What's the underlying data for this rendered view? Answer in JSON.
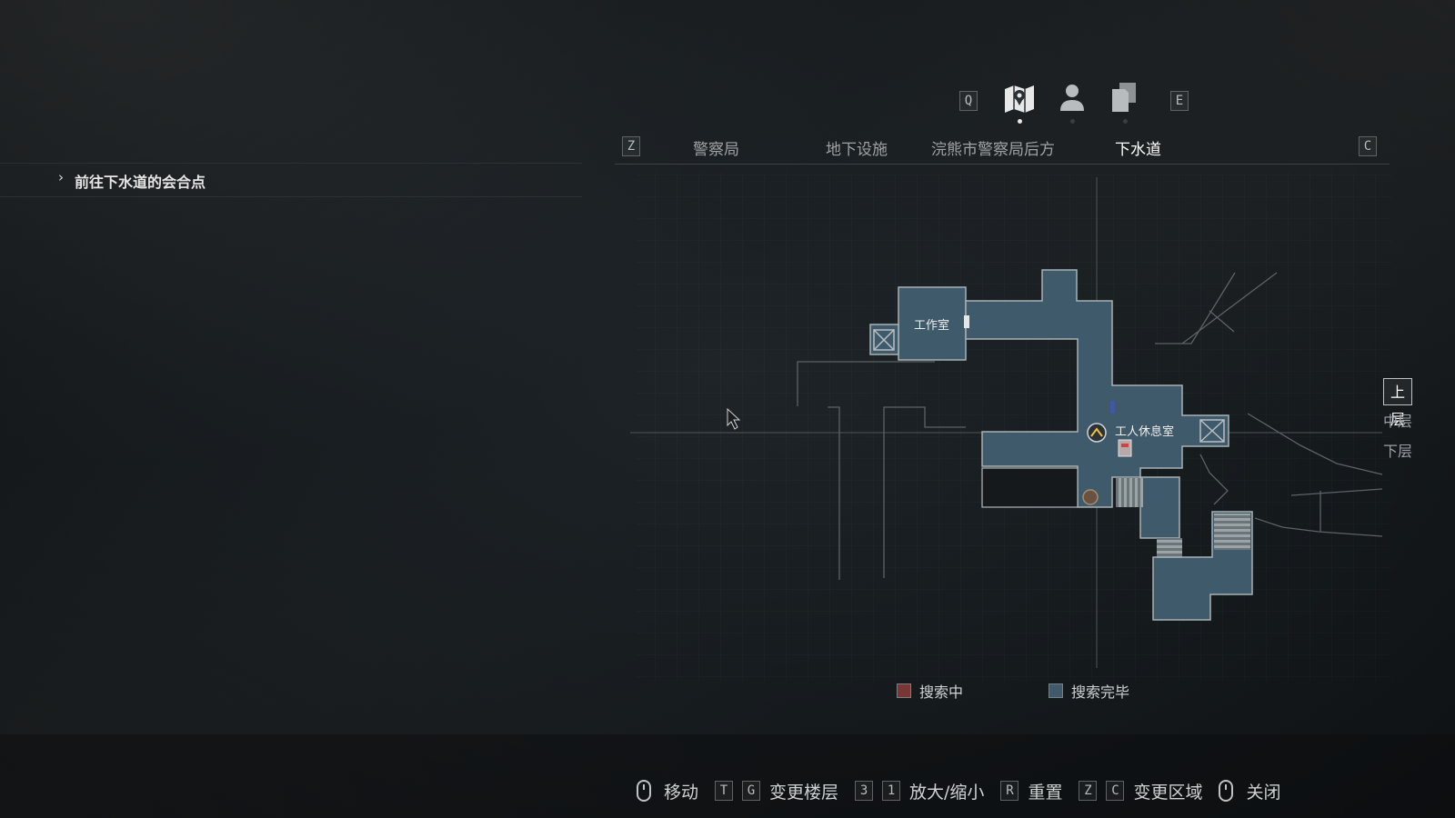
{
  "top_nav": {
    "left_key": "Q",
    "right_key": "E",
    "icons": [
      {
        "name": "map-icon",
        "active": true
      },
      {
        "name": "profile-icon",
        "active": false
      },
      {
        "name": "files-icon",
        "active": false
      }
    ]
  },
  "tabs": {
    "prev_key": "Z",
    "next_key": "C",
    "items": [
      "警察局",
      "地下设施",
      "浣熊市警察局后方",
      "下水道"
    ],
    "active_index": 3
  },
  "objective": {
    "text": "前往下水道的会合点"
  },
  "map": {
    "rooms": {
      "workshop": "工作室",
      "break_room": "工人休息室"
    }
  },
  "floors": {
    "items": [
      "上层",
      "中层",
      "下层"
    ],
    "active_index": 0
  },
  "legend": {
    "searching": {
      "label": "搜索中",
      "color": "#7a3535"
    },
    "searched": {
      "label": "搜索完毕",
      "color": "#3e5a6b"
    }
  },
  "controls": {
    "move": "移动",
    "floor_keys": [
      "T",
      "G"
    ],
    "floor": "变更楼层",
    "zoom_keys": [
      "3",
      "1"
    ],
    "zoom": "放大/缩小",
    "reset_key": "R",
    "reset": "重置",
    "area_keys": [
      "Z",
      "C"
    ],
    "area": "变更区域",
    "close": "关闭"
  }
}
